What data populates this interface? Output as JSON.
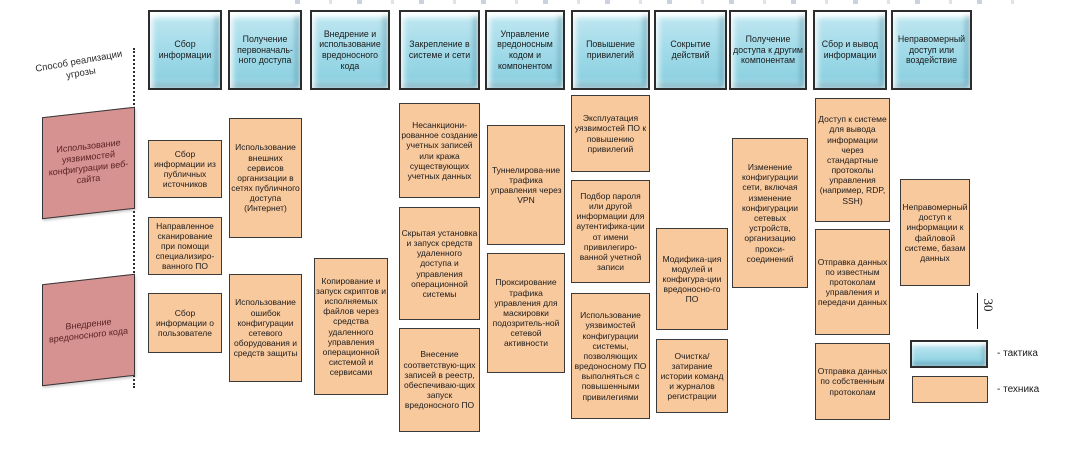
{
  "side_label": "Способ реализации угрозы",
  "page_number": "30",
  "methods": [
    "Использование уязвимостей конфигурации веб-сайта",
    "Внедрение вредоносного кода"
  ],
  "legend": {
    "tactic": "- тактика",
    "technique": "- техника"
  },
  "colors": {
    "tactic_fill": "#a3dbe9",
    "technique_fill": "#f9c99e",
    "method_fill": "#d69191"
  },
  "columns": [
    {
      "tactic": "Сбор информации",
      "techniques": [
        "Сбор информации из публичных источников",
        "Направленное сканирование при помощи специализиро-ванного ПО",
        "Сбор информации о пользователе"
      ]
    },
    {
      "tactic": "Получение первоначаль-ного доступа",
      "techniques": [
        "Использование внешних сервисов организации в сетях публичного доступа (Интернет)",
        "Использование ошибок конфигурации сетевого оборудования и средств защиты"
      ]
    },
    {
      "tactic": "Внедрение и использование вредоносного кода",
      "techniques": [
        "Копирование и запуск скриптов и исполняемых файлов через средства удаленного управления операционной системой и сервисами"
      ]
    },
    {
      "tactic": "Закрепление в системе и сети",
      "techniques": [
        "Несанкциони-рованное создание учетных записей или кража существующих учетных данных",
        "Скрытая установка и запуск средств удаленного доступа и управления операционной системы",
        "Внесение соответствую-щих записей в реестр, обеспечиваю-щих запуск вредоносного ПО"
      ]
    },
    {
      "tactic": "Управление вредоносным кодом и компонентом",
      "techniques": [
        "Туннелирова-ние трафика управления через VPN",
        "Проксирование трафика управления для маскировки подозритель-ной сетевой активности"
      ]
    },
    {
      "tactic": "Повышение привилегий",
      "techniques": [
        "Эксплуатация уязвимостей ПО к повышению привилегий",
        "Подбор пароля или другой информации для аутентифика-ции от имени привилегиро-ванной учетной записи",
        "Использование уязвимостей конфигурации системы, позволяющих вредоносному ПО выполняться с повышенными привилегиями"
      ]
    },
    {
      "tactic": "Сокрытие действий",
      "techniques": [
        "Модифика-ция модулей и конфигура-ции вредоносно-го ПО",
        "Очистка/ затирание истории команд и журналов регистрации"
      ]
    },
    {
      "tactic": "Получение доступа к другим компонентам",
      "techniques": [
        "Изменение конфигурации сети, включая изменение конфигурации сетевых устройств, организацию прокси-соединений"
      ]
    },
    {
      "tactic": "Сбор и вывод информации",
      "techniques": [
        "Доступ к системе для вывода информации через стандартные протоколы управления (например, RDP, SSH)",
        "Отправка данных по известным протоколам управления и передачи данных",
        "Отправка данных по собственным протоколам"
      ]
    },
    {
      "tactic": "Неправомерный доступ или воздействие",
      "techniques": [
        "Неправомер­ный доступ к информации к файловой системе, базам данных"
      ]
    }
  ]
}
